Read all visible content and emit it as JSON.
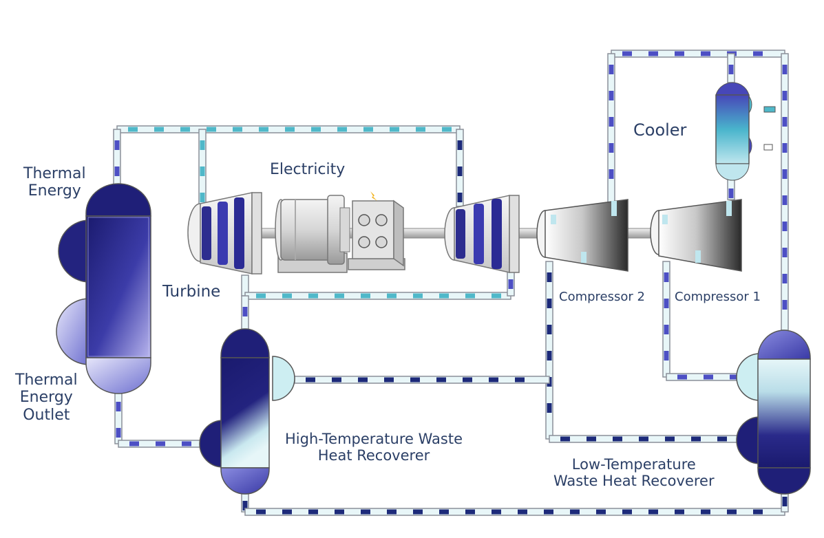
{
  "labels": {
    "thermal_energy_line1": "Thermal",
    "thermal_energy_line2": "Energy",
    "thermal_outlet_line1": "Thermal",
    "thermal_outlet_line2": "Energy",
    "thermal_outlet_line3": "Outlet",
    "electricity": "Electricity",
    "turbine": "Turbine",
    "cooler": "Cooler",
    "compressor_2": "Compressor 2",
    "compressor_1": "Compressor 1",
    "ht_recoverer_line1": "High-Temperature Waste",
    "ht_recoverer_line2": "Heat Recoverer",
    "lt_recoverer_line1": "Low-Temperature",
    "lt_recoverer_line2": "Waste Heat Recoverer"
  },
  "colors": {
    "pipe_outline": "#8a8f99",
    "pipe_fill": "#e8f6f8",
    "dash_dark": "#1d2a7a",
    "dash_mid": "#4d4fc4",
    "dash_cyan": "#4fb8c9",
    "vessel_dark": "#1f1f7a",
    "vessel_light": "#d8eef4",
    "label_text": "#2b3f66"
  }
}
